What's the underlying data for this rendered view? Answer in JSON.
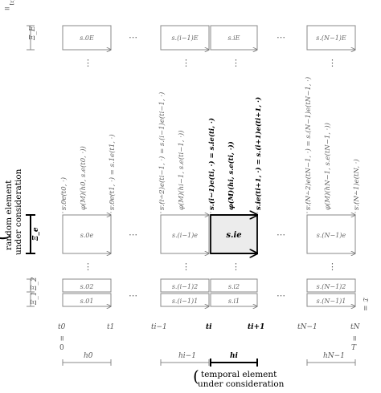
{
  "row_labels": {
    "top_eq": "=",
    "top_xi": "Ξ",
    "top_xi_E": "Ξ_E",
    "mid_xi_e": "Ξ_e",
    "xi2": "Ξ_2",
    "xi1": "Ξ_1",
    "time_eq": "="
  },
  "cells": {
    "top": [
      "s_{.0E}",
      "s_{.(i−1)E}",
      "s_{.iE}",
      "s_{.(N−1)E}"
    ],
    "mid": [
      "s_{.0e}",
      "s_{.(i−1)e}",
      "s_{.ie}",
      "s_{.(N−1)e}"
    ],
    "row2": [
      "s_{.02}",
      "s_{.(i−1)2}",
      "s_{.i2}",
      "s_{.(N−1)2}"
    ],
    "row1": [
      "s_{.01}",
      "s_{.(i−1)1}",
      "s_{.i1}",
      "s_{.(N−1)1}"
    ]
  },
  "display_cells": {
    "top": [
      "s.0E",
      "s.(i−1)E",
      "s.iE",
      "s.(N−1)E"
    ],
    "mid": [
      "s.0e",
      "s.(i−1)e",
      "s.ie",
      "s.(N−1)e"
    ],
    "row2": [
      "s.02",
      "s.(i−1)2",
      "s.i2",
      "s.(N−1)2"
    ],
    "row1": [
      "s.01",
      "s.(i−1)1",
      "s.i1",
      "s.(N−1)1"
    ]
  },
  "time_ticks": [
    "t0",
    "t1",
    "ti−1",
    "ti",
    "ti+1",
    "tN−1",
    "tN"
  ],
  "time_extra": {
    "zero_eq": "=",
    "zero": "0",
    "T_eq": "=",
    "T": "T"
  },
  "steps": [
    "h0",
    "hi−1",
    "hi",
    "hN−1"
  ],
  "rotated_labels": [
    "s.0e(t0, ·)",
    "φ(M)(h0, s.e(t0, ·))",
    "s.0e(t1, ·) = s.1e(t1, ·)",
    "s.(i−2)e(ti−1, ·) = s.(i−1)e(ti−1, ·)",
    "φ(M)(hi−1, s.e(ti−1, ·))",
    "s.(i−1)e(ti, ·) = s.ie(ti, ·)",
    "φ(M)(hi, s.e(ti, ·))",
    "s.ie(ti+1, ·) = s.(i+1)e(ti+1, ·)",
    "s.(N−2)e(tN−1, ·) = s.(N−1)e(tN−1, ·)",
    "φ(M)(hN−1, s.e(tN−1, ·))",
    "s.(N−1)e(tN, ·)"
  ],
  "captions": {
    "random_line1": "random element",
    "random_line2": "under consideration",
    "temporal_line1": "temporal element",
    "temporal_line2": "under consideration"
  },
  "dots": "⋯",
  "vdots": "⋮",
  "T_right": "= 𝔗"
}
